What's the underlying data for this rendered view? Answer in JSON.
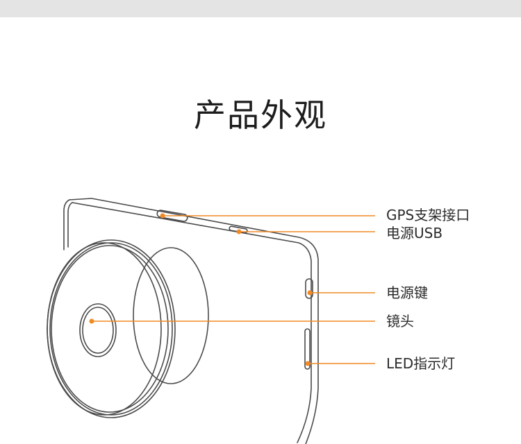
{
  "page": {
    "title": "产品外观"
  },
  "colors": {
    "top_band": "#e4e4e4",
    "accent": "#f08a24",
    "outline": "#4a4a4a",
    "text": "#2a2a2a"
  },
  "callouts": [
    {
      "id": "gps-mount",
      "label": "GPS支架接口"
    },
    {
      "id": "power-usb",
      "label": "电源USB"
    },
    {
      "id": "power-key",
      "label": "电源键"
    },
    {
      "id": "lens",
      "label": "镜头"
    },
    {
      "id": "led",
      "label": "LED指示灯"
    }
  ]
}
